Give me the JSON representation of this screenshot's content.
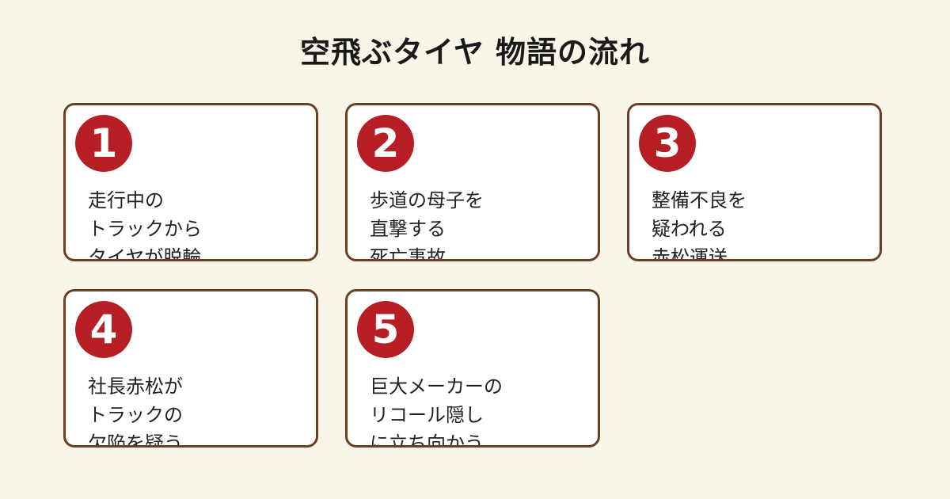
{
  "title": "空飛ぶタイヤ 物語の流れ",
  "colors": {
    "background": "#faf5e9",
    "card_border": "#6b3f22",
    "badge": "#b71f25"
  },
  "steps": [
    {
      "number": "1",
      "lines": [
        "走行中の",
        "トラックから",
        "タイヤが脱輪"
      ]
    },
    {
      "number": "2",
      "lines": [
        "歩道の母子を",
        "直撃する",
        "死亡事故"
      ]
    },
    {
      "number": "3",
      "lines": [
        "整備不良を",
        "疑われる",
        "赤松運送"
      ]
    },
    {
      "number": "4",
      "lines": [
        "社長赤松が",
        "トラックの",
        "欠陥を疑う"
      ]
    },
    {
      "number": "5",
      "lines": [
        "巨大メーカーの",
        "リコール隠し",
        "に立ち向かう"
      ]
    }
  ]
}
